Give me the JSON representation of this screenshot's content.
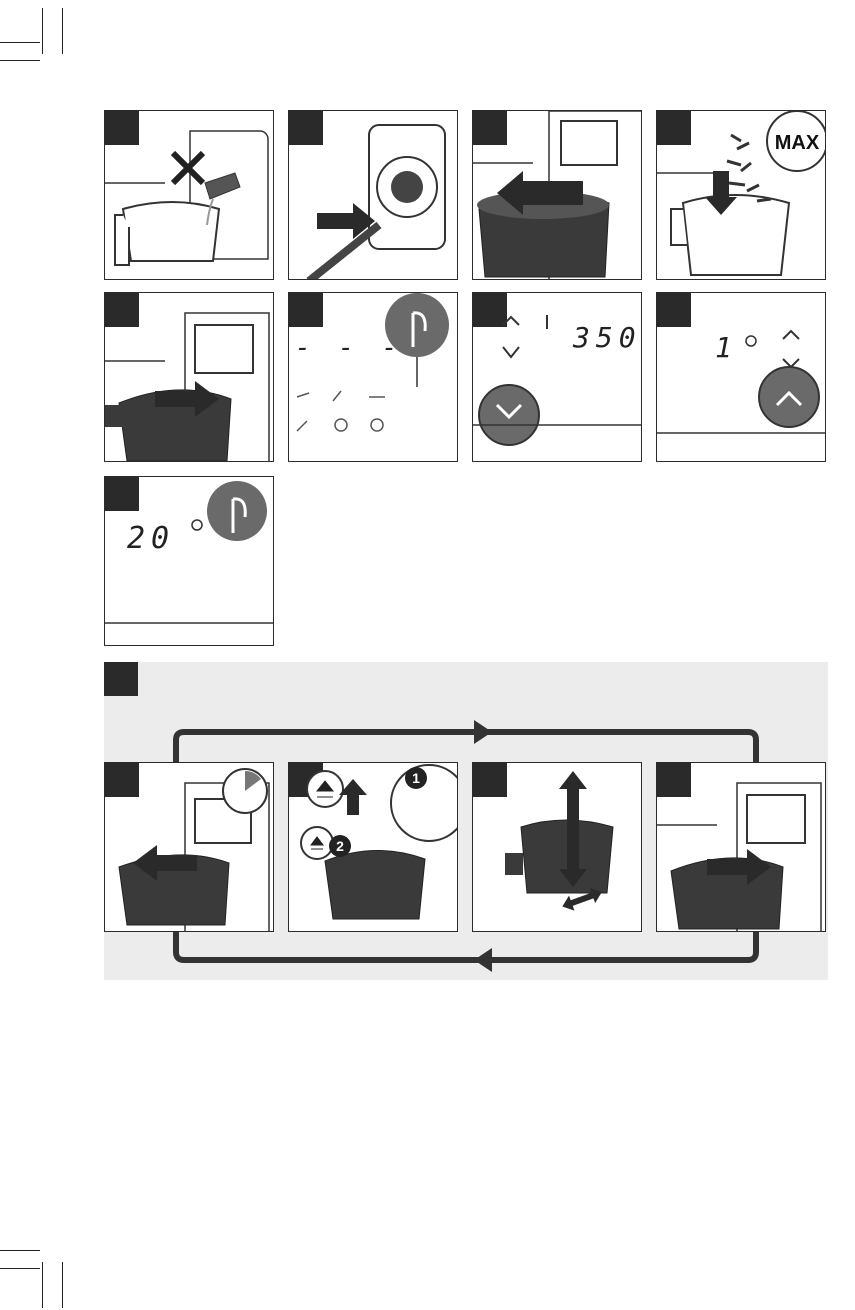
{
  "steps": {
    "max_label": "MAX",
    "display_dashes": "- - -",
    "display_temp": "350",
    "display_one": "1",
    "display_time": "20",
    "badge_one": "1",
    "badge_two": "2"
  },
  "colors": {
    "panel_number_bg": "#2a2a2a",
    "appliance_dark": "#3a3a3a",
    "shaking_section_bg": "#ececec",
    "touch_highlight": "#6a6a6a"
  },
  "icons": [
    "forbidden-x-icon",
    "power-plug-icon",
    "arrow-icon",
    "fries-icon",
    "hand-touch-icon",
    "play-pause-power-icon",
    "thermometer-icon",
    "clock-icon",
    "chevron-up-icon",
    "chevron-down-icon",
    "timer-dial-icon",
    "eject-icon",
    "drumstick-icon",
    "fish-icon",
    "steak-icon",
    "mushroom-icon",
    "loop-arrow-icon"
  ]
}
